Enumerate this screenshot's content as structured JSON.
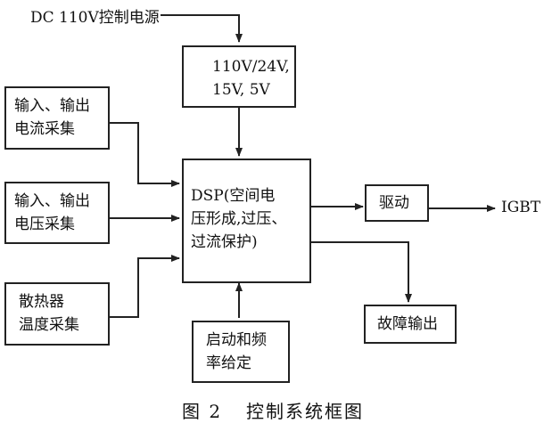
{
  "source_label": "DC 110V控制电源",
  "power_box": {
    "lines": [
      "110V/24V,",
      "15V, 5V"
    ]
  },
  "current_box": {
    "lines": [
      "输入、输出",
      "电流采集"
    ]
  },
  "voltage_box": {
    "lines": [
      "输入、输出",
      "电压采集"
    ]
  },
  "heatsink_box": {
    "lines": [
      "散热器",
      "温度采集"
    ]
  },
  "dsp_box": {
    "lines": [
      "DSP(空间电",
      "压形成,过压、",
      "过流保护)"
    ]
  },
  "drive_box": {
    "label": "驱动"
  },
  "igbt_label": "IGBT",
  "fault_box": {
    "label": "故障输出"
  },
  "start_box": {
    "lines": [
      "启动和频",
      "率给定"
    ]
  },
  "caption": {
    "figure": "图 2",
    "title": "控制系统框图"
  }
}
